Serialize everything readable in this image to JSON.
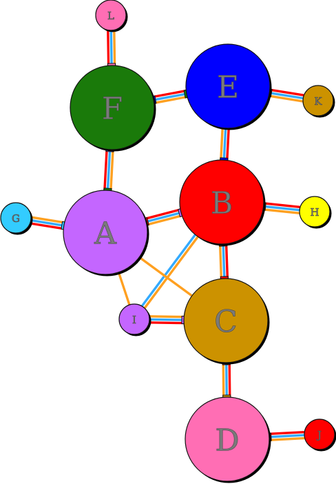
{
  "colors": {
    "red": "#ff0000",
    "blue": "#33aaff",
    "orange": "#ffa020",
    "outline": "#111111"
  },
  "nodes": [
    {
      "id": "A",
      "label": "A",
      "size": "large",
      "color": "#c466ff"
    },
    {
      "id": "B",
      "label": "B",
      "size": "large",
      "color": "#ff0000"
    },
    {
      "id": "C",
      "label": "C",
      "size": "large",
      "color": "#cc9200"
    },
    {
      "id": "D",
      "label": "D",
      "size": "large",
      "color": "#ff6eb4"
    },
    {
      "id": "E",
      "label": "E",
      "size": "large",
      "color": "#0000ff"
    },
    {
      "id": "F",
      "label": "F",
      "size": "large",
      "color": "#1a7a0a"
    },
    {
      "id": "G",
      "label": "G",
      "size": "small",
      "color": "#33ccff"
    },
    {
      "id": "H",
      "label": "H",
      "size": "small",
      "color": "#ffff00"
    },
    {
      "id": "I",
      "label": "I",
      "size": "small",
      "color": "#c466ff"
    },
    {
      "id": "J",
      "label": "J",
      "size": "small",
      "color": "#ff0000"
    },
    {
      "id": "K",
      "label": "K",
      "size": "small",
      "color": "#cc9200"
    },
    {
      "id": "L",
      "label": "L",
      "size": "small",
      "color": "#ff6eb4"
    }
  ],
  "edges": [
    {
      "from": "A",
      "to": "B",
      "style": "triple",
      "from_tab": "#ff0000",
      "to_tab": "#c466ff"
    },
    {
      "from": "A",
      "to": "F",
      "style": "triple",
      "from_tab": "#1a7a0a",
      "to_tab": "#c466ff"
    },
    {
      "from": "A",
      "to": "G",
      "style": "triple",
      "from_tab": "#33ccff",
      "to_tab": ""
    },
    {
      "from": "F",
      "to": "E",
      "style": "triple",
      "from_tab": "#0000ff",
      "to_tab": "#1a7a0a"
    },
    {
      "from": "F",
      "to": "L",
      "style": "triple",
      "from_tab": "#ff6eb4",
      "to_tab": ""
    },
    {
      "from": "E",
      "to": "B",
      "style": "triple",
      "from_tab": "",
      "to_tab": "#0000ff"
    },
    {
      "from": "E",
      "to": "K",
      "style": "triple",
      "from_tab": "#cc9200",
      "to_tab": ""
    },
    {
      "from": "B",
      "to": "H",
      "style": "triple",
      "from_tab": "#ffff00",
      "to_tab": ""
    },
    {
      "from": "B",
      "to": "C",
      "style": "triple",
      "from_tab": "#cc9200",
      "to_tab": "#ff0000"
    },
    {
      "from": "C",
      "to": "I",
      "style": "triple",
      "from_tab": "#c466ff",
      "to_tab": ""
    },
    {
      "from": "C",
      "to": "D",
      "style": "triple",
      "from_tab": "#ff6eb4",
      "to_tab": "#cc9200"
    },
    {
      "from": "D",
      "to": "J",
      "style": "triple",
      "from_tab": "#ff0000",
      "to_tab": ""
    },
    {
      "from": "B",
      "to": "I",
      "style": "double",
      "from_tab": "",
      "to_tab": ""
    },
    {
      "from": "A",
      "to": "I",
      "style": "single",
      "from_tab": "",
      "to_tab": ""
    },
    {
      "from": "A",
      "to": "C",
      "style": "single",
      "from_tab": "",
      "to_tab": ""
    }
  ]
}
